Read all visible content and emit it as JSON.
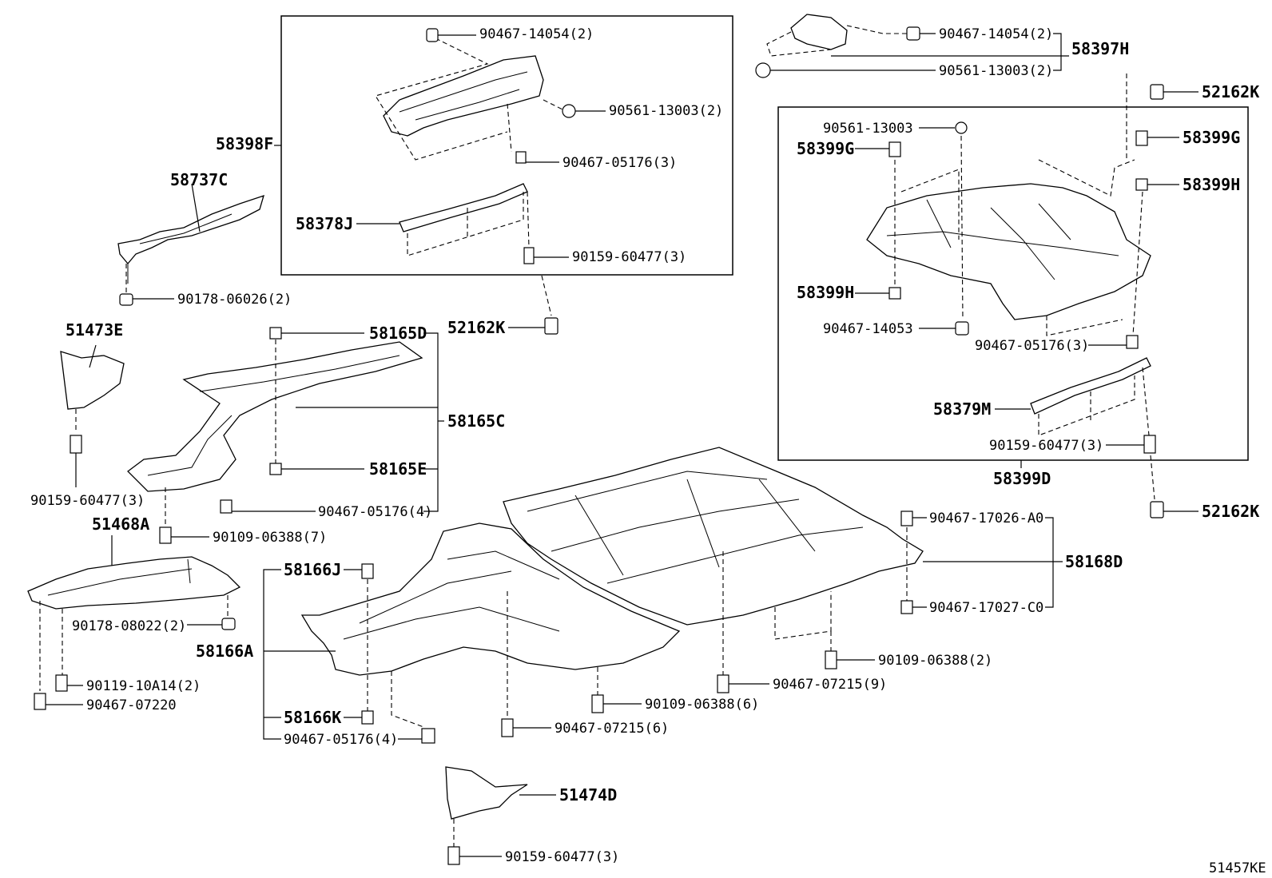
{
  "labels": {
    "p58398F": "58398F",
    "p58737C": "58737C",
    "p90178_06026": "90178-06026(2)",
    "p51473E": "51473E",
    "p90159_60477_left": "90159-60477(3)",
    "p51468A": "51468A",
    "p90109_06388_7": "90109-06388(7)",
    "p90178_08022": "90178-08022(2)",
    "p90119_10A14": "90119-10A14(2)",
    "p90467_07220": "90467-07220",
    "p90467_14054_box": "90467-14054(2)",
    "p90561_13003_box": "90561-13003(2)",
    "p90467_05176_box": "90467-05176(3)",
    "p58378J": "58378J",
    "p90159_60477_box": "90159-60477(3)",
    "p52162K_mid": "52162K",
    "p58165D": "58165D",
    "p58165C": "58165C",
    "p58165E": "58165E",
    "p90467_05176_4a": "90467-05176(4)",
    "p58166J": "58166J",
    "p58166A": "58166A",
    "p58166K": "58166K",
    "p90467_05176_4b": "90467-05176(4)",
    "p90467_07215_6": "90467-07215(6)",
    "p90109_06388_6": "90109-06388(6)",
    "p51474D": "51474D",
    "p90159_60477_bottom": "90159-60477(3)",
    "p90467_07215_9": "90467-07215(9)",
    "p90109_06388_2": "90109-06388(2)",
    "p90467_17026": "90467-17026-A0",
    "p90467_17027": "90467-17027-C0",
    "p58168D": "58168D",
    "p90467_14054_top": "90467-14054(2)",
    "p90561_13003_top": "90561-13003(2)",
    "p58397H": "58397H",
    "p52162K_top": "52162K",
    "p90561_13003_rb": "90561-13003",
    "p58399G_a": "58399G",
    "p58399G_b": "58399G",
    "p58399H_a": "58399H",
    "p58399H_b": "58399H",
    "p90467_14053": "90467-14053",
    "p90467_05176_rb": "90467-05176(3)",
    "p58379M": "58379M",
    "p90159_60477_rb": "90159-60477(3)",
    "p58399D": "58399D",
    "p52162K_right": "52162K",
    "diagram_code": "51457KE"
  }
}
